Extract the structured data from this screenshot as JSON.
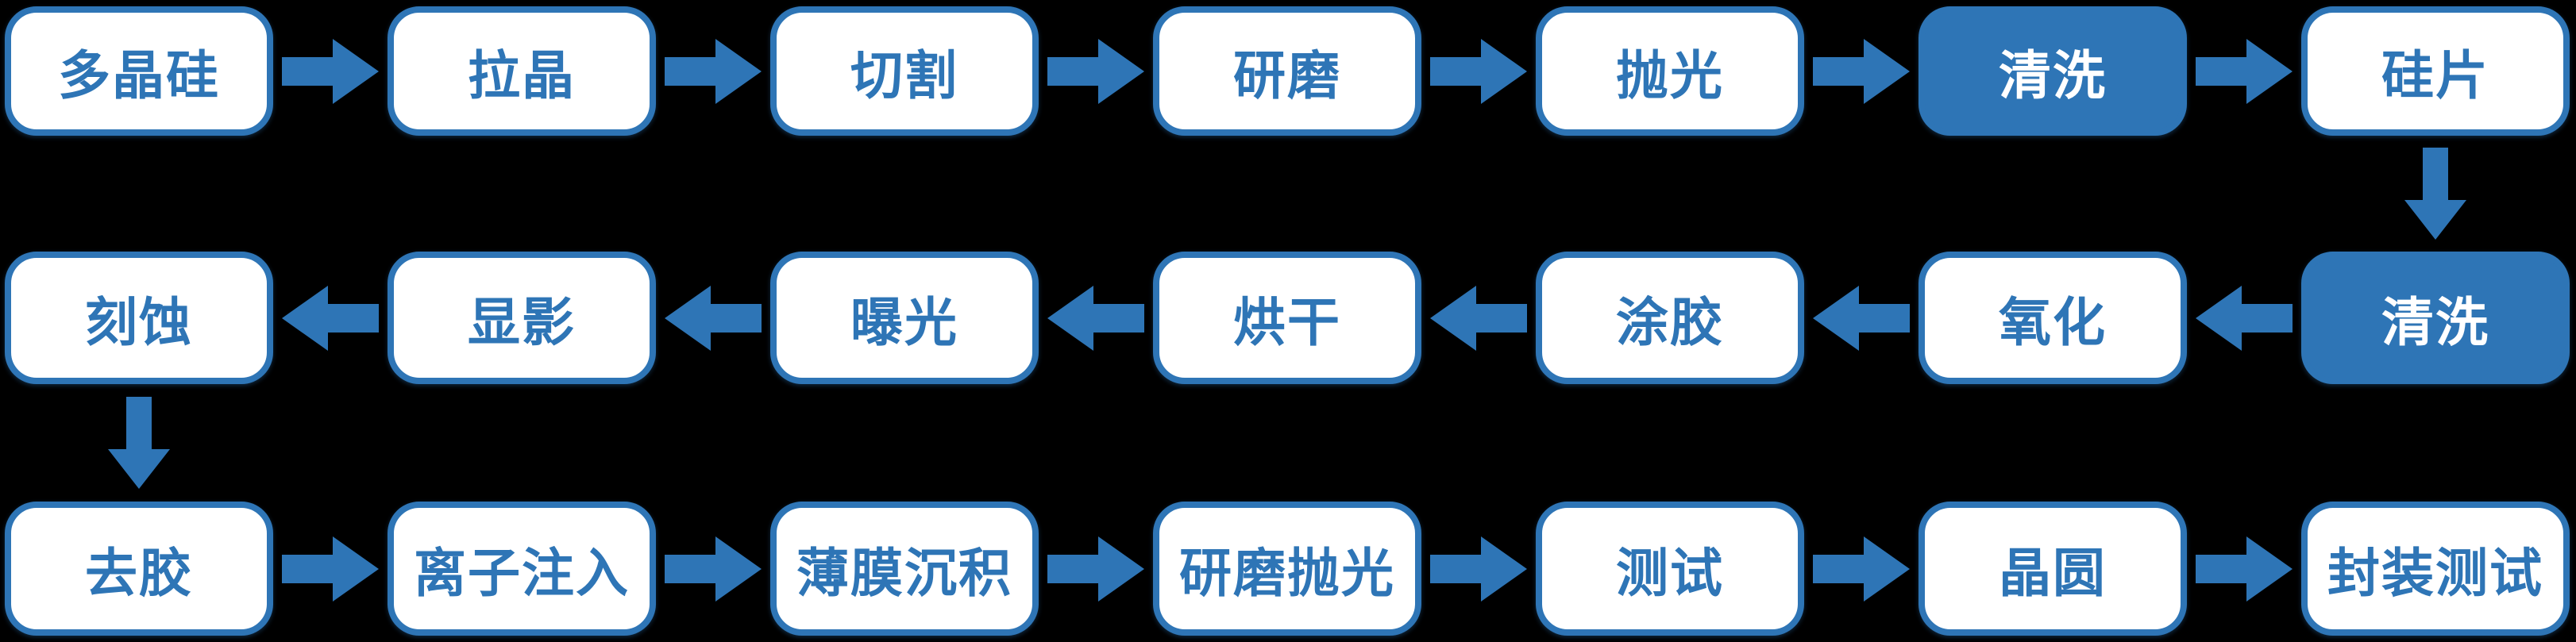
{
  "colors": {
    "accent": "#2E75B6",
    "box_fill": "#FFFFFF",
    "highlighted_box_fill": "#2E75B6",
    "highlighted_text": "#FFFFFF",
    "background": "#000000"
  },
  "flow": {
    "rows": [
      {
        "direction": "right",
        "steps": [
          {
            "label": "多晶硅"
          },
          {
            "label": "拉晶"
          },
          {
            "label": "切割"
          },
          {
            "label": "研磨"
          },
          {
            "label": "抛光"
          },
          {
            "label": "清洗",
            "highlighted": true
          },
          {
            "label": "硅片"
          }
        ]
      },
      {
        "direction": "left",
        "steps": [
          {
            "label": "刻蚀"
          },
          {
            "label": "显影"
          },
          {
            "label": "曝光"
          },
          {
            "label": "烘干"
          },
          {
            "label": "涂胶"
          },
          {
            "label": "氧化"
          },
          {
            "label": "清洗",
            "highlighted": true
          }
        ]
      },
      {
        "direction": "right",
        "steps": [
          {
            "label": "去胶"
          },
          {
            "label": "离子注入"
          },
          {
            "label": "薄膜沉积"
          },
          {
            "label": "研磨抛光"
          },
          {
            "label": "测试"
          },
          {
            "label": "晶圆"
          },
          {
            "label": "封装测试"
          }
        ]
      }
    ],
    "connectors": [
      {
        "from": "硅片",
        "to": "清洗",
        "side": "right"
      },
      {
        "from": "刻蚀",
        "to": "去胶",
        "side": "left"
      }
    ]
  }
}
